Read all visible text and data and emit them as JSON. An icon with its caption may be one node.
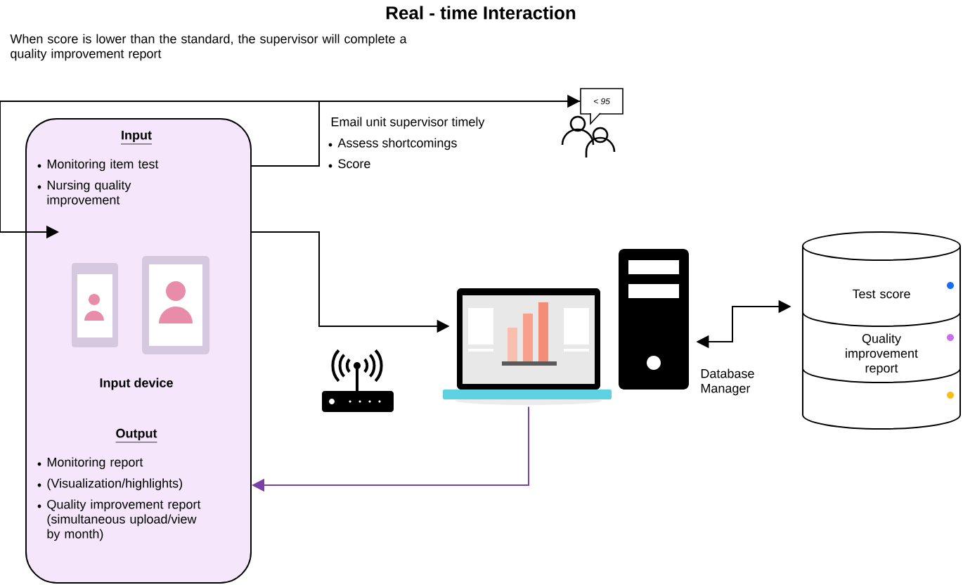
{
  "diagram": {
    "title": "Real - time Interaction",
    "nodes": [
      {
        "text": [
          "Input",
          "Monitoring item test",
          "Nursing quality improvement",
          "Input device",
          "Output",
          "Monitoring report",
          "(Visualization/highlights)",
          "Quality improvement report (simultaneous upload/view by month)"
        ]
      },
      {
        "text": [
          "< 95"
        ]
      },
      {
        "text": [],
        "shape": "picture"
      },
      {
        "text": [],
        "shape": "picture",
        "beside": [
          "Database Manager"
        ]
      },
      {
        "text": [
          "Test score",
          "Quality improvement report"
        ]
      }
    ],
    "edges": [
      {
        "from": 0,
        "to": 1,
        "arrow": "to"
      },
      {
        "from": 1,
        "to": 0,
        "arrow": "to"
      },
      {
        "from": 0,
        "to": 2,
        "arrow": "to"
      },
      {
        "from": 2,
        "to": 0,
        "arrow": "to",
        "color": "#7b3fa6"
      },
      {
        "from": 3,
        "to": 4,
        "arrow": "both"
      }
    ],
    "labels": [
      "When score is lower than the standard, the supervisor will complete a quality improvement report",
      "Email unit supervisor timely",
      "Assess shortcomings",
      "Score"
    ]
  }
}
